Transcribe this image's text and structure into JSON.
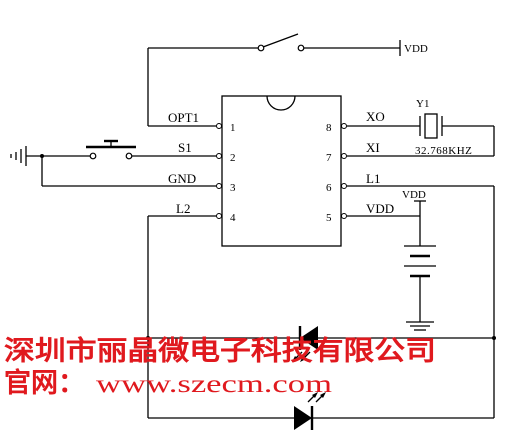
{
  "chip": {
    "left_pins": [
      {
        "label": "OPT1",
        "num": "1"
      },
      {
        "label": "S1",
        "num": "2"
      },
      {
        "label": "GND",
        "num": "3"
      },
      {
        "label": "L2",
        "num": "4"
      }
    ],
    "right_pins": [
      {
        "label": "XO",
        "num": "8"
      },
      {
        "label": "XI",
        "num": "7"
      },
      {
        "label": "L1",
        "num": "6"
      },
      {
        "label": "VDD",
        "num": "5"
      }
    ]
  },
  "top_vdd": "VDD",
  "battery_vdd": "VDD",
  "crystal": {
    "ref": "Y1",
    "freq": "32.768KHZ"
  },
  "watermark": {
    "company": "深圳市丽晶微电子科技有限公司",
    "website_prefix": "官网：",
    "website": "www.szecm.com"
  }
}
